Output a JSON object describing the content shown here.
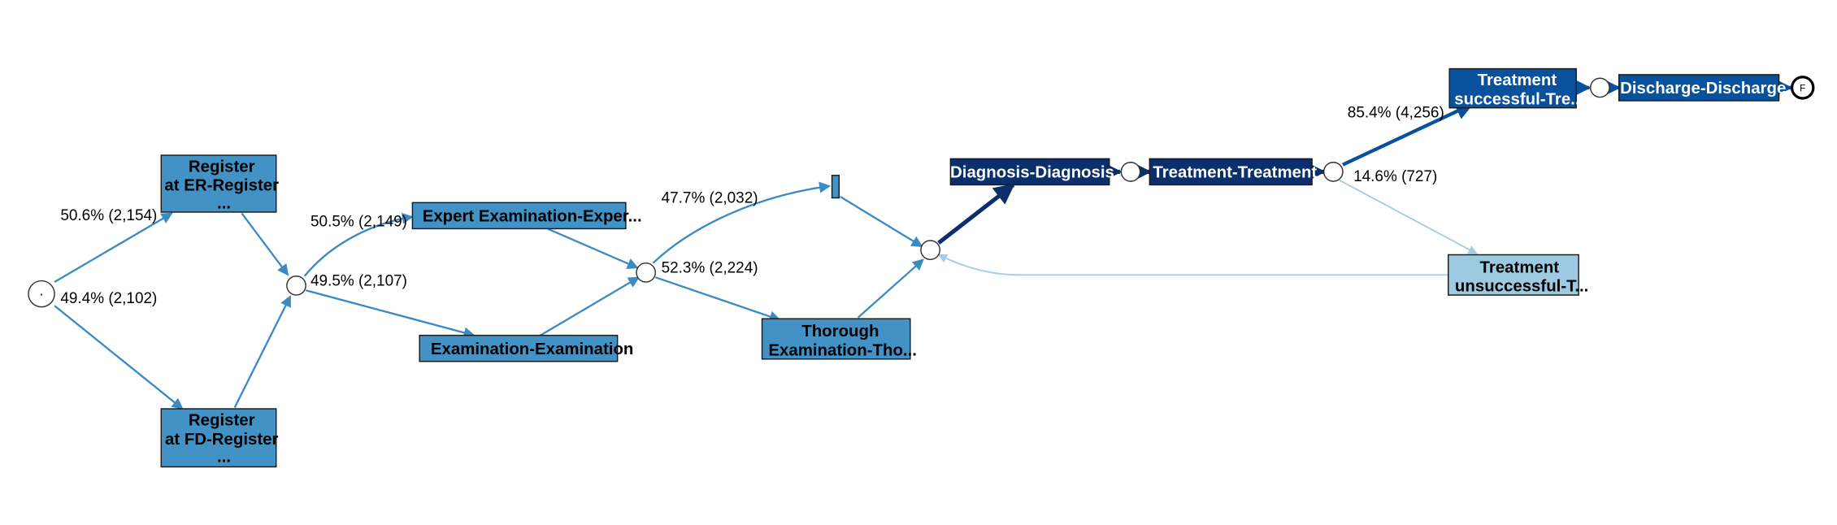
{
  "nodes": [
    {
      "id": "reg_er",
      "lines": [
        "Register",
        "at ER-Register",
        "..."
      ],
      "fill": "#4292c6",
      "text_color": "#000000"
    },
    {
      "id": "reg_fd",
      "lines": [
        "Register",
        "at FD-Register",
        "..."
      ],
      "fill": "#4292c6",
      "text_color": "#000000"
    },
    {
      "id": "expert",
      "lines": [
        "Expert Examination-Exper..."
      ],
      "fill": "#4292c6",
      "text_color": "#000000"
    },
    {
      "id": "exam",
      "lines": [
        "Examination-Examination"
      ],
      "fill": "#4292c6",
      "text_color": "#000000"
    },
    {
      "id": "thorough",
      "lines": [
        "Thorough",
        "Examination-Tho..."
      ],
      "fill": "#4292c6",
      "text_color": "#000000"
    },
    {
      "id": "diagnosis",
      "lines": [
        "Diagnosis-Diagnosis"
      ],
      "fill": "#0b2f6b",
      "text_color": "#ffffff"
    },
    {
      "id": "treatment",
      "lines": [
        "Treatment-Treatment"
      ],
      "fill": "#0b2f6b",
      "text_color": "#ffffff"
    },
    {
      "id": "treat_ok",
      "lines": [
        "Treatment",
        "successful-Tre..."
      ],
      "fill": "#08519c",
      "text_color": "#ffffff"
    },
    {
      "id": "discharge",
      "lines": [
        "Discharge-Discharge"
      ],
      "fill": "#08519c",
      "text_color": "#ffffff"
    },
    {
      "id": "treat_fail",
      "lines": [
        "Treatment",
        "unsuccessful-T..."
      ],
      "fill": "#9ecae1",
      "text_color": "#000000"
    },
    {
      "id": "silent",
      "lines": [],
      "fill": "#4292c6",
      "text_color": "#000000"
    }
  ],
  "edge_labels": [
    {
      "id": "e_start_er",
      "text": "50.6% (2,154)"
    },
    {
      "id": "e_start_fd",
      "text": "49.4% (2,102)"
    },
    {
      "id": "e_g1_expert",
      "text": "50.5% (2,149)"
    },
    {
      "id": "e_g1_exam",
      "text": "49.5% (2,107)"
    },
    {
      "id": "e_g2_silent",
      "text": "47.7% (2,032)"
    },
    {
      "id": "e_g2_thorough",
      "text": "52.3% (2,224)"
    },
    {
      "id": "e_g4_ok",
      "text": "85.4% (4,256)"
    },
    {
      "id": "e_g4_fail",
      "text": "14.6% (727)"
    }
  ],
  "start_marker": "·",
  "end_marker": "F",
  "colors": {
    "edge_medium": "#3b8bc2",
    "edge_dark": "#0b2f6b",
    "edge_darkblue": "#08519c",
    "edge_light": "#a6cde6"
  }
}
